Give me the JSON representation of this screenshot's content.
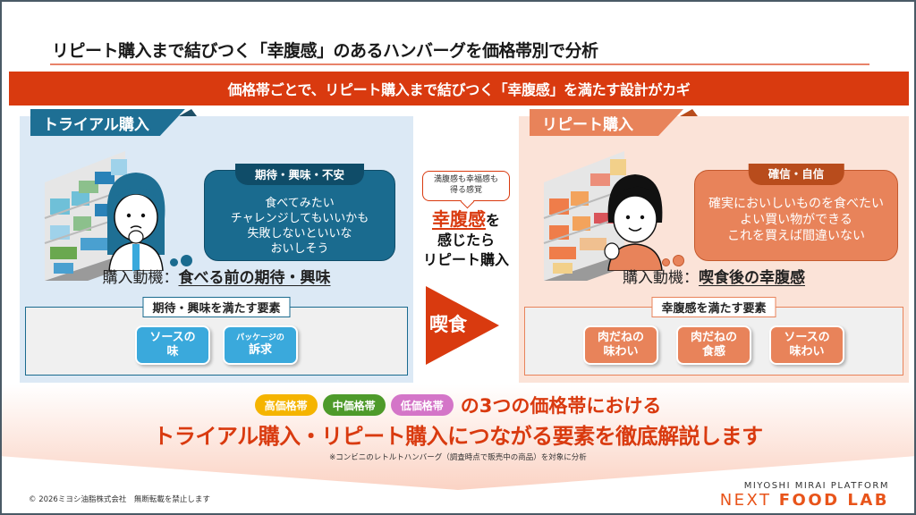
{
  "header": {
    "title": "リピート購入まで結びつく「幸腹感」のあるハンバーグを価格帯別で分析",
    "banner": "価格帯ごとで、リピート購入まで結びつく「幸腹感」を満たす設計がカギ"
  },
  "trial": {
    "tag": "トライアル購入",
    "bubble_head": "期待・興味・不安",
    "bubble_lines": [
      "食べてみたい",
      "チャレンジしてもいいかも",
      "失敗しないといいな",
      "おいしそう"
    ],
    "motive_label": "購入動機：",
    "motive_value": "食べる前の期待・興味",
    "elements_title": "期待・興味を満たす要素",
    "chips": [
      {
        "small": "",
        "line1": "ソースの",
        "line2": "味"
      },
      {
        "small": "パッケージの",
        "line1": "",
        "line2": "訴求"
      }
    ]
  },
  "middle": {
    "note_line1": "満腹感も幸福感も",
    "note_line2": "得る感覚",
    "keyword": "幸腹感",
    "keyword_suffix": "を",
    "line2": "感じたら",
    "line3": "リピート購入",
    "arrow_label": "喫食"
  },
  "repeat": {
    "tag": "リピート購入",
    "bubble_head": "確信・自信",
    "bubble_lines": [
      "確実においしいものを食べたい",
      "よい買い物ができる",
      "これを買えば間違いない"
    ],
    "motive_label": "購入動機：",
    "motive_value": "喫食後の幸腹感",
    "elements_title": "幸腹感を満たす要素",
    "chips": [
      {
        "line1": "肉だねの",
        "line2": "味わい"
      },
      {
        "line1": "肉だねの",
        "line2": "食感"
      },
      {
        "line1": "ソースの",
        "line2": "味わい"
      }
    ]
  },
  "bottom": {
    "pills": [
      {
        "label": "高価格帯",
        "color": "#f5b400"
      },
      {
        "label": "中価格帯",
        "color": "#4e9a2a"
      },
      {
        "label": "低価格帯",
        "color": "#d475c8"
      }
    ],
    "row1_text": "の3つの価格帯における",
    "row2_text": "トライアル購入・リピート購入につながる要素を徹底解説します",
    "footnote": "※コンビニのレトルトハンバーグ（調査時点で販売中の商品）を対象に分析"
  },
  "footer": {
    "copyright": "© 2026ミヨシ油脂株式会社　無断転載を禁止します",
    "brand_top": "MIYOSHI MIRAI PLATFORM",
    "brand_next": "NEXT ",
    "brand_food_lab": "FOOD LAB"
  },
  "colors": {
    "accent_red": "#d93a0f",
    "trial_blue": "#1e6f94",
    "repeat_orange": "#e8835a"
  }
}
